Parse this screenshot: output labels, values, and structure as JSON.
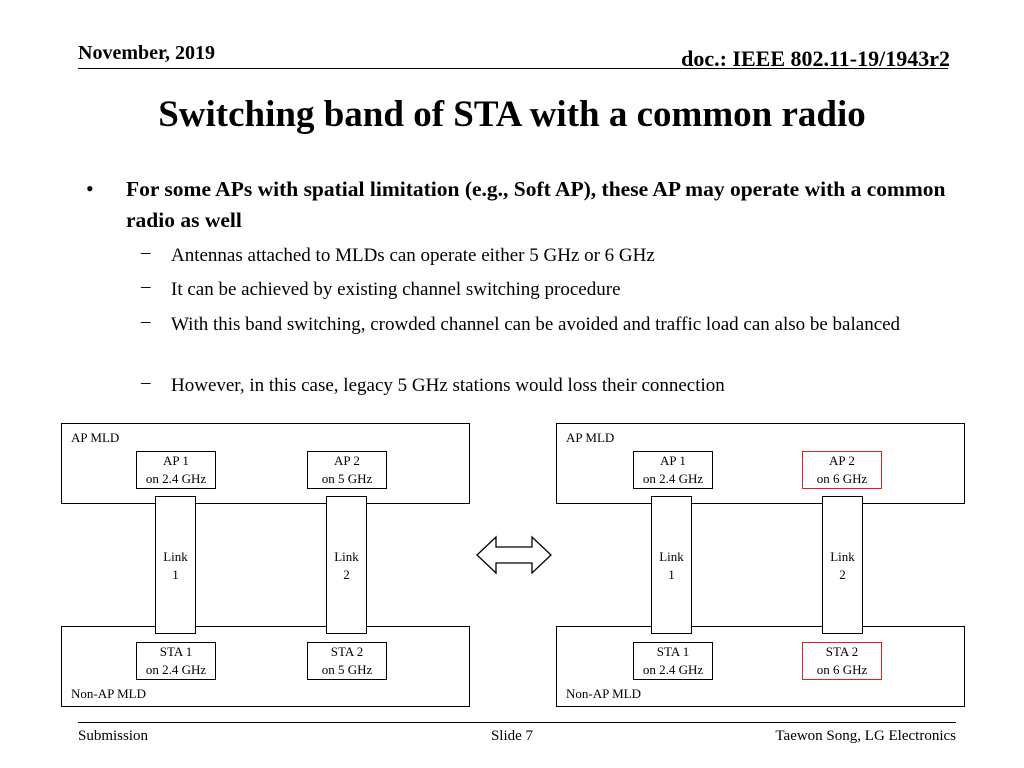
{
  "header": {
    "date": "November, 2019",
    "doc": "doc.: IEEE 802.11-19/1943r2"
  },
  "title": "Switching band of STA with a common radio",
  "bullet": {
    "main": "For some APs with spatial limitation (e.g., Soft AP), these AP may operate with a common radio as well",
    "subs": [
      "Antennas attached to MLDs can operate either 5 GHz or 6 GHz",
      "It can be achieved by existing channel switching procedure",
      "With this band switching, crowded channel can be avoided and traffic load can also be balanced",
      "However, in this case, legacy 5 GHz stations would loss their connection"
    ]
  },
  "diagram_left": {
    "ap_mld": "AP MLD",
    "ap1": {
      "line1": "AP 1",
      "line2": "on 2.4 GHz"
    },
    "ap2": {
      "line1": "AP 2",
      "line2": "on 5 GHz"
    },
    "link1": {
      "line1": "Link",
      "line2": "1"
    },
    "link2": {
      "line1": "Link",
      "line2": "2"
    },
    "sta1": {
      "line1": "STA 1",
      "line2": "on 2.4 GHz"
    },
    "sta2": {
      "line1": "STA 2",
      "line2": "on 5 GHz"
    },
    "non_ap_mld": "Non-AP MLD"
  },
  "diagram_right": {
    "ap_mld": "AP MLD",
    "ap1": {
      "line1": "AP 1",
      "line2": "on 2.4 GHz"
    },
    "ap2": {
      "line1": "AP 2",
      "line2": "on 6 GHz"
    },
    "link1": {
      "line1": "Link",
      "line2": "1"
    },
    "link2": {
      "line1": "Link",
      "line2": "2"
    },
    "sta1": {
      "line1": "STA 1",
      "line2": "on 2.4 GHz"
    },
    "sta2": {
      "line1": "STA 2",
      "line2": "on 6 GHz"
    },
    "non_ap_mld": "Non-AP MLD"
  },
  "colors": {
    "highlight": "#e02020"
  },
  "footer": {
    "left": "Submission",
    "center": "Slide 7",
    "right": "Taewon Song, LG Electronics"
  }
}
